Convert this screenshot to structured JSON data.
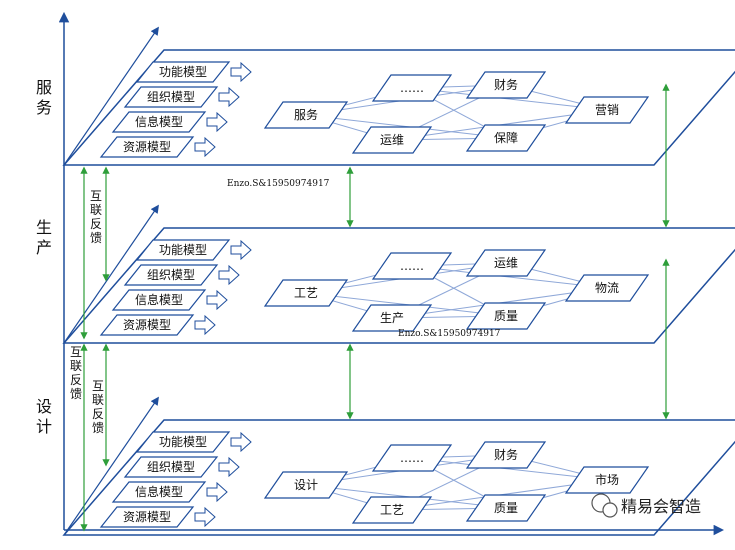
{
  "side_labels": [
    "服务",
    "生产",
    "设计"
  ],
  "feedback_label": "互联反馈",
  "model_labels": [
    "功能模型",
    "组织模型",
    "信息模型",
    "资源模型"
  ],
  "layers": [
    {
      "name": "服务",
      "nodes": [
        {
          "id": "left",
          "text": "服务"
        },
        {
          "id": "top1",
          "text": "……"
        },
        {
          "id": "top2",
          "text": "财务"
        },
        {
          "id": "bot1",
          "text": "运维"
        },
        {
          "id": "bot2",
          "text": "保障"
        },
        {
          "id": "right",
          "text": "营销"
        }
      ]
    },
    {
      "name": "生产",
      "nodes": [
        {
          "id": "left",
          "text": "工艺"
        },
        {
          "id": "top1",
          "text": "……"
        },
        {
          "id": "top2",
          "text": "运维"
        },
        {
          "id": "bot1",
          "text": "生产"
        },
        {
          "id": "bot2",
          "text": "质量"
        },
        {
          "id": "right",
          "text": "物流"
        }
      ]
    },
    {
      "name": "设计",
      "nodes": [
        {
          "id": "left",
          "text": "设计"
        },
        {
          "id": "top1",
          "text": "……"
        },
        {
          "id": "top2",
          "text": "财务"
        },
        {
          "id": "bot1",
          "text": "工艺"
        },
        {
          "id": "bot2",
          "text": "质量"
        },
        {
          "id": "right",
          "text": "市场"
        }
      ]
    }
  ],
  "watermarks": [
    "Enzo.S&15950974917",
    "Enzo.S&15950974917"
  ],
  "logo": {
    "text": "精易会智造",
    "icon": "wechat-icon"
  },
  "colors": {
    "line": "#1f4e9c",
    "edge": "#8fa8d8",
    "green": "#2e9e3a",
    "text": "#111111"
  }
}
